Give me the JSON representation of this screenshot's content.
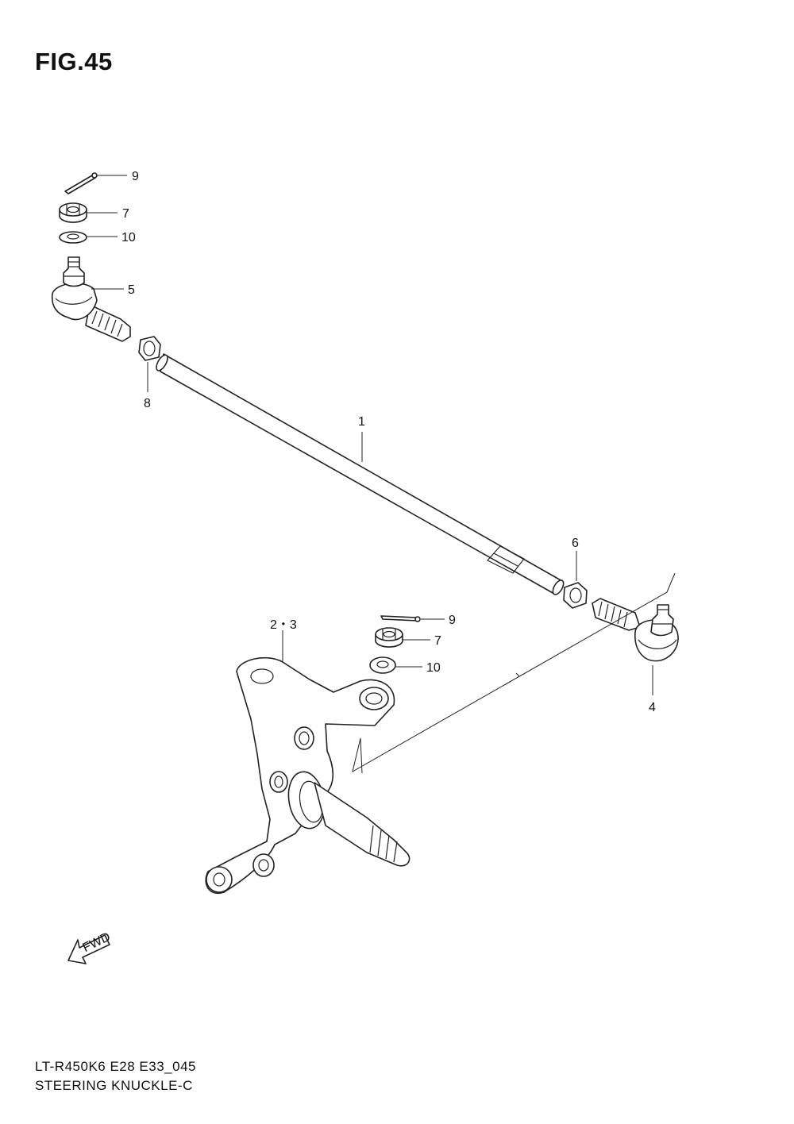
{
  "figure": {
    "title": "FIG.45"
  },
  "footer": {
    "code": "LT-R450K6 E28 E33_045",
    "name": "STEERING KNUCKLE-C"
  },
  "callouts": {
    "c1": "1",
    "c23": "2・3",
    "c4": "4",
    "c5": "5",
    "c6": "6",
    "c7a": "7",
    "c7b": "7",
    "c8": "8",
    "c9a": "9",
    "c9b": "9",
    "c10a": "10",
    "c10b": "10"
  },
  "fwd_label": "FWD"
}
